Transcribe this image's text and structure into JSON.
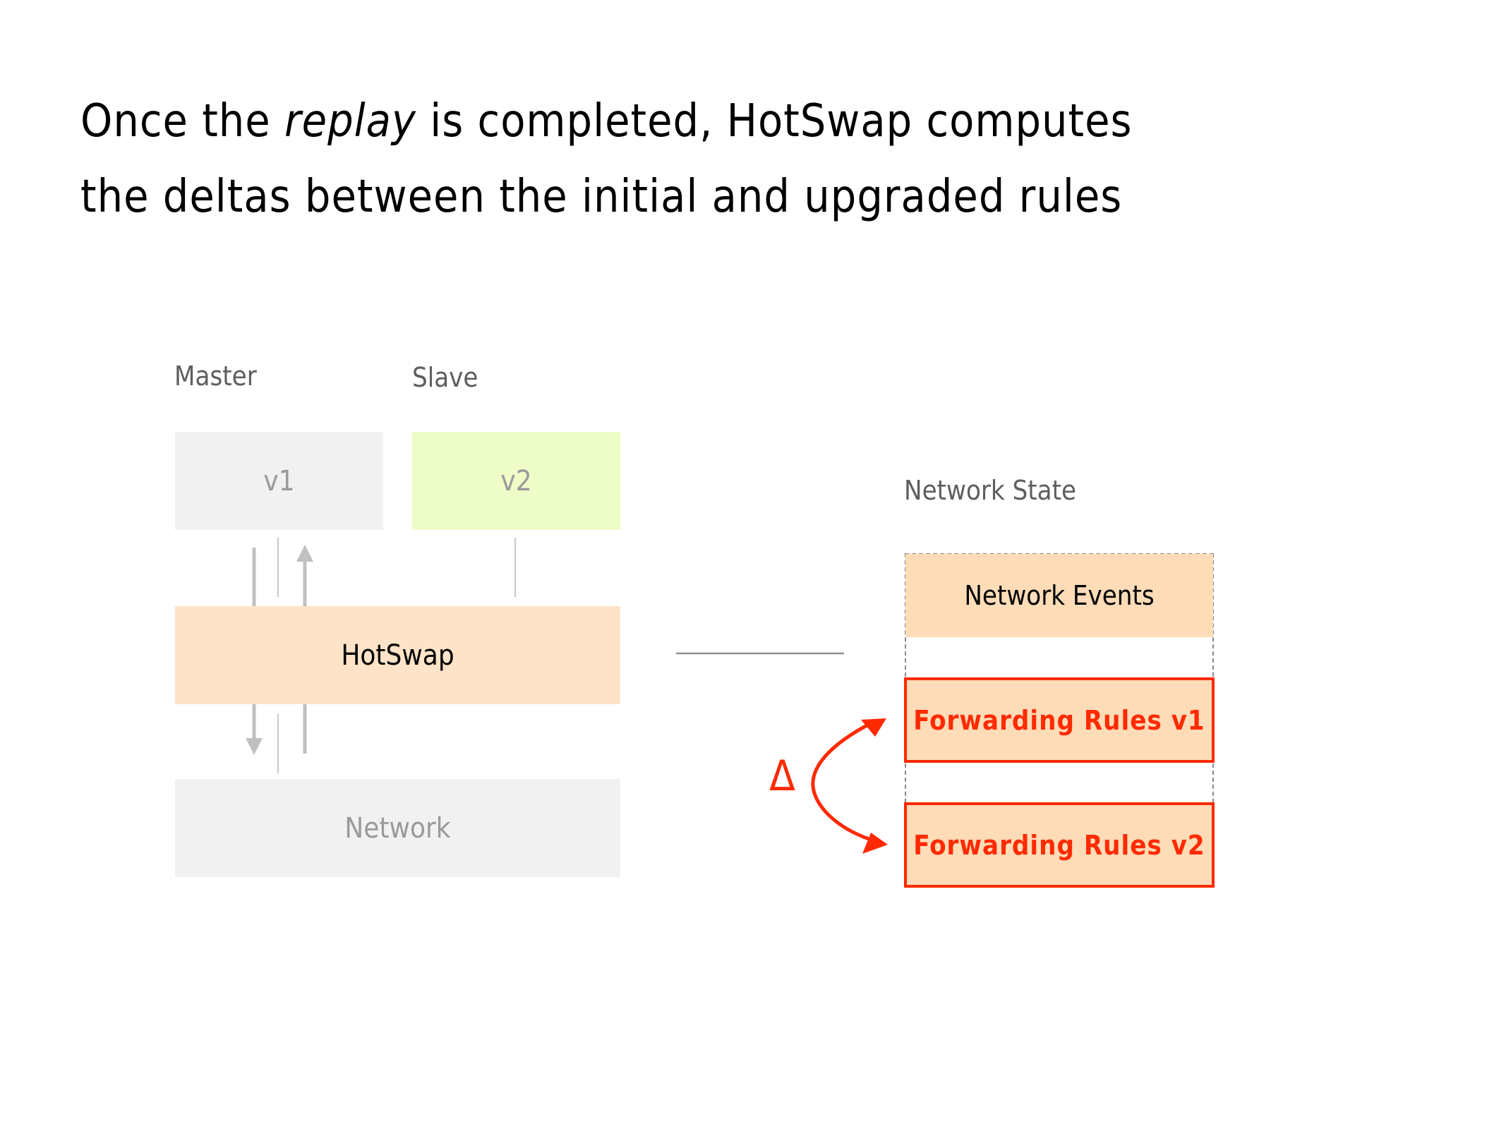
{
  "title": {
    "line1_before": "Once the ",
    "line1_emph": "replay",
    "line1_after": " is completed, HotSwap computes",
    "line2": "the deltas between the initial and upgraded rules"
  },
  "diagram": {
    "master_label": "Master",
    "slave_label": "Slave",
    "v1_label": "v1",
    "v2_label": "v2",
    "hotswap_label": "HotSwap",
    "network_label": "Network",
    "network_state_label": "Network State",
    "network_events_label": "Network Events",
    "forwarding_rules_v1_label": "Forwarding Rules v1",
    "forwarding_rules_v2_label": "Forwarding Rules v2",
    "delta_symbol": "Δ"
  },
  "colors": {
    "accent_red": "#ff2a00",
    "peach": "#fee3c8",
    "state_fill": "#fddcb7",
    "slave_green": "#eefcc8",
    "inactive_grey": "#f1f1f1"
  }
}
